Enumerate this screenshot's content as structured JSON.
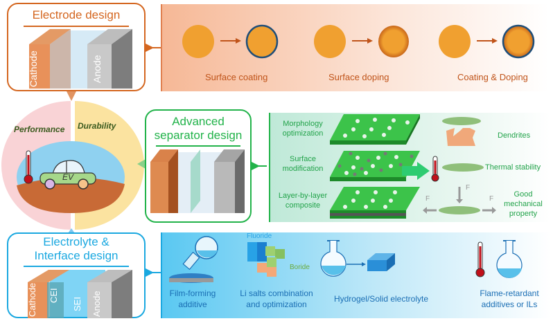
{
  "colors": {
    "electrode": "#d4661f",
    "separator": "#22b34a",
    "electrolyte": "#1aa8e0",
    "performance_bg": "#f9d3d6",
    "durability_bg": "#fbe3a0",
    "particle": "#f0a030",
    "coating_ring": "#1f4e79"
  },
  "electrode": {
    "title": "Electrode design",
    "cathode": "Cathode",
    "anode": "Anode",
    "strategies": [
      {
        "label": "Surface coating",
        "result": "coated"
      },
      {
        "label": "Surface doping",
        "result": "doped"
      },
      {
        "label": "Coating & Doping",
        "result": "coated-doped"
      }
    ]
  },
  "center": {
    "performance": "Performance",
    "durability": "Durability",
    "vehicle": "EV"
  },
  "separator": {
    "title_line1": "Advanced",
    "title_line2": "separator design",
    "methods": [
      {
        "line1": "Morphology",
        "line2": "optimization"
      },
      {
        "line1": "Surface",
        "line2": "modification"
      },
      {
        "line1": "Layer-by-layer",
        "line2": "composite"
      }
    ],
    "outcomes": [
      {
        "label": "Dendrites"
      },
      {
        "label": "Thermal stability"
      },
      {
        "line1": "Good",
        "line2": "mechanical",
        "line3": "property"
      }
    ],
    "force_label": "F"
  },
  "electrolyte": {
    "title_line1": "Electrolyte &",
    "title_line2": "Interface design",
    "cathode": "Cathode",
    "cei": "CEI",
    "sei": "SEI",
    "anode": "Anode",
    "strategies": [
      {
        "line1": "Film-forming",
        "line2": "additive"
      },
      {
        "line1": "Li salts combination",
        "line2": "and optimization"
      },
      {
        "line1": "Hydrogel/Solid electrolyte",
        "line2": ""
      },
      {
        "line1": "Flame-retardant",
        "line2": "additives or ILs"
      }
    ],
    "salt_labels": {
      "fluoride": "Fluoride",
      "boride": "Boride"
    }
  }
}
